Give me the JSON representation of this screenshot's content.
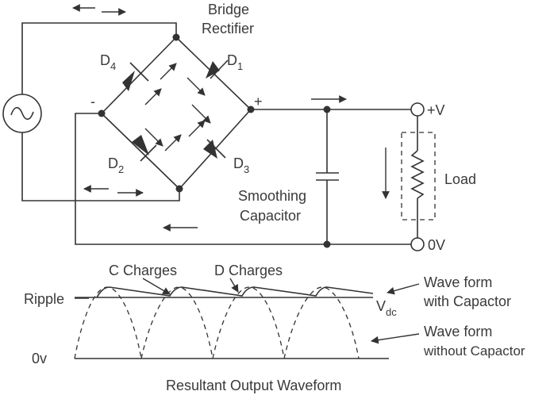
{
  "labels": {
    "bridge_line1": "Bridge",
    "bridge_line2": "Rectifier",
    "d1": "D",
    "d1_sub": "1",
    "d2": "D",
    "d2_sub": "2",
    "d3": "D",
    "d3_sub": "3",
    "d4": "D",
    "d4_sub": "4",
    "minus": "-",
    "plus": "+",
    "vplus": "+V",
    "zero_v_terminal": "0V",
    "load": "Load",
    "smoothing_line1": "Smoothing",
    "smoothing_line2": "Capacitor",
    "c_charges": "C Charges",
    "d_charges": "D Charges",
    "ripple": "Ripple",
    "zero_v_axis": "0v",
    "vdc": "V",
    "vdc_sub": "dc",
    "wave_with_line1": "Wave form",
    "wave_with_line2": "with Capactor",
    "wave_without_line1": "Wave form",
    "wave_without_line2": "without Capactor",
    "caption": "Resultant Output Waveform"
  },
  "icons": {
    "ac_source": "sine-wave-icon",
    "diode": "diode-icon",
    "capacitor": "capacitor-icon",
    "resistor": "resistor-icon"
  },
  "colors": {
    "line": "#333333",
    "text": "#3a3a3a",
    "background": "#ffffff"
  }
}
